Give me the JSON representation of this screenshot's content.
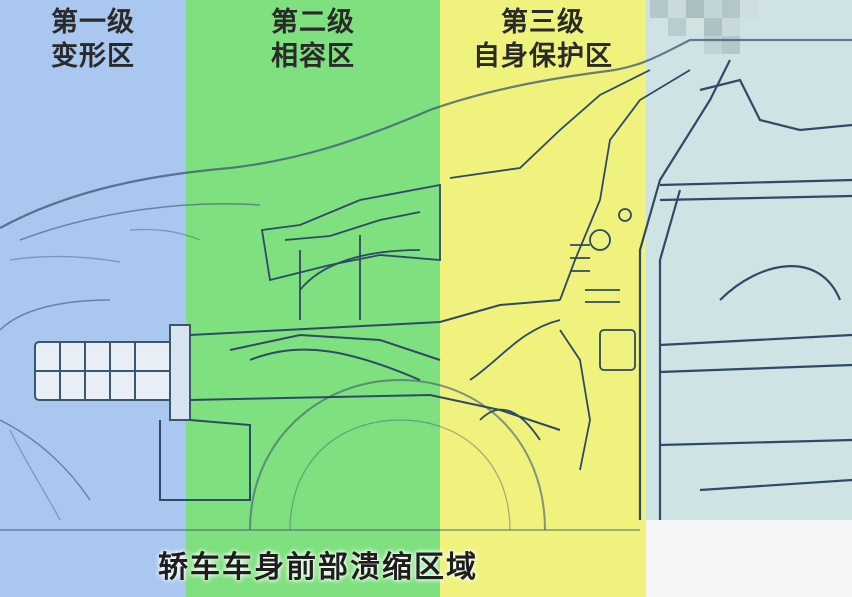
{
  "zones": [
    {
      "line1": "第一级",
      "line2": "变形区",
      "color": "#a9c7ef"
    },
    {
      "line1": "第二级",
      "line2": "相容区",
      "color": "#7ee07e"
    },
    {
      "line1": "第三级",
      "line2": "自身保护区",
      "color": "#eef07a"
    }
  ],
  "caption": "轿车车身前部溃缩区域",
  "colors": {
    "outline": "#3d5670",
    "cabin": "#cfe3e6"
  }
}
